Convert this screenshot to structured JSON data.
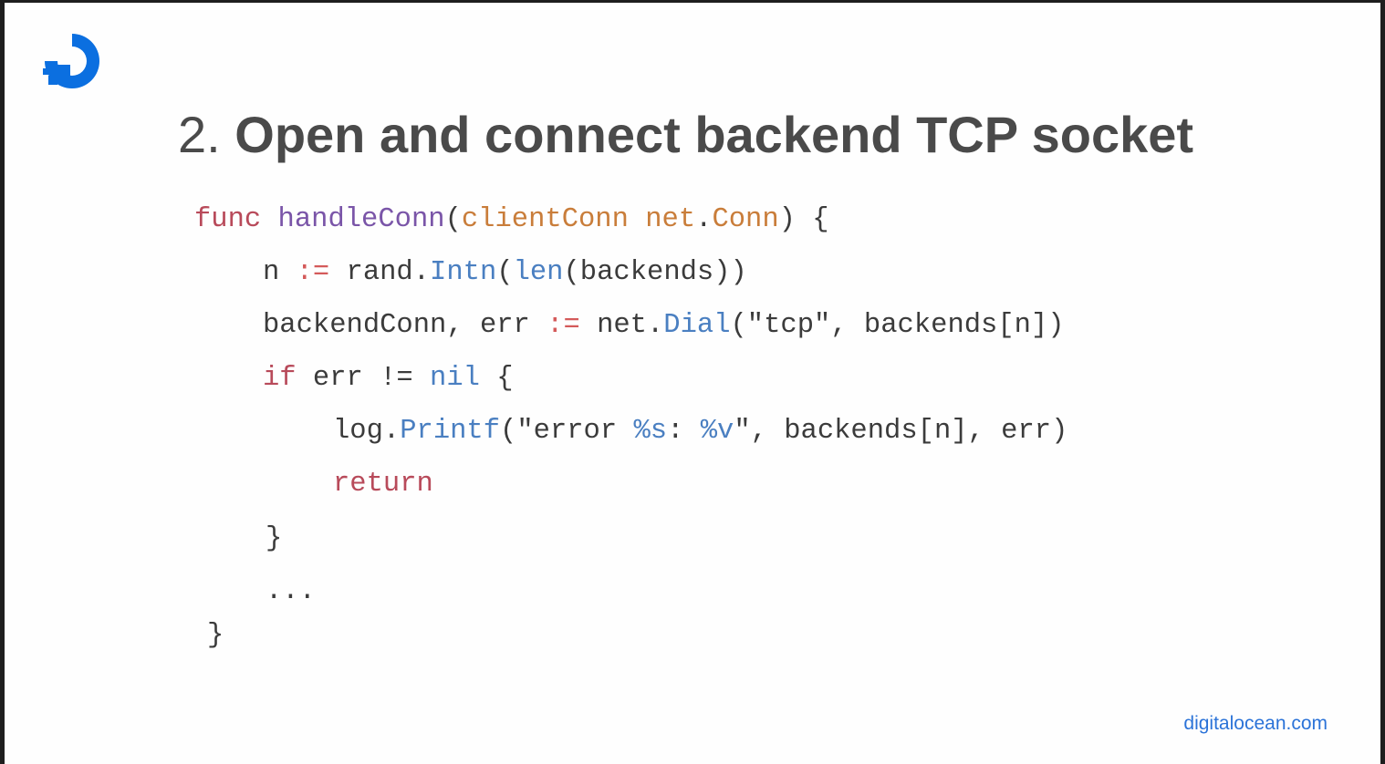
{
  "slide": {
    "title_number": "2.",
    "title_text": "Open and connect backend TCP socket",
    "footer": "digitalocean.com",
    "logo_icon": "digitalocean-logo-icon",
    "brand_color": "#0b6fe0"
  },
  "code": {
    "lines": [
      {
        "tokens": [
          {
            "t": "func",
            "c": "kw"
          },
          {
            "t": " ",
            "c": ""
          },
          {
            "t": "handleConn",
            "c": "fn"
          },
          {
            "t": "(",
            "c": ""
          },
          {
            "t": "clientConn",
            "c": "pm"
          },
          {
            "t": " ",
            "c": ""
          },
          {
            "t": "net",
            "c": "pm"
          },
          {
            "t": ".",
            "c": ""
          },
          {
            "t": "Conn",
            "c": "pm"
          },
          {
            "t": ") {",
            "c": ""
          }
        ]
      },
      {
        "tokens": [
          {
            "t": "n ",
            "c": ""
          },
          {
            "t": ":=",
            "c": "op"
          },
          {
            "t": " rand.",
            "c": ""
          },
          {
            "t": "Intn",
            "c": "bi"
          },
          {
            "t": "(",
            "c": ""
          },
          {
            "t": "len",
            "c": "bi"
          },
          {
            "t": "(backends))",
            "c": ""
          }
        ]
      },
      {
        "tokens": [
          {
            "t": "backendConn, err ",
            "c": ""
          },
          {
            "t": ":=",
            "c": "op"
          },
          {
            "t": " net.",
            "c": ""
          },
          {
            "t": "Dial",
            "c": "bi"
          },
          {
            "t": "(\"tcp\", backends[n])",
            "c": ""
          }
        ]
      },
      {
        "tokens": [
          {
            "t": "if",
            "c": "kw"
          },
          {
            "t": " err != ",
            "c": ""
          },
          {
            "t": "nil",
            "c": "bi"
          },
          {
            "t": " {",
            "c": ""
          }
        ]
      },
      {
        "tokens": [
          {
            "t": "log.",
            "c": ""
          },
          {
            "t": "Printf",
            "c": "bi"
          },
          {
            "t": "(\"error ",
            "c": ""
          },
          {
            "t": "%s",
            "c": "pf"
          },
          {
            "t": ": ",
            "c": ""
          },
          {
            "t": "%v",
            "c": "pf"
          },
          {
            "t": "\", backends[n], err)",
            "c": ""
          }
        ]
      },
      {
        "tokens": [
          {
            "t": "return",
            "c": "kw"
          }
        ]
      },
      {
        "tokens": [
          {
            "t": "}",
            "c": ""
          }
        ]
      },
      {
        "tokens": [
          {
            "t": "...",
            "c": ""
          }
        ]
      },
      {
        "tokens": [
          {
            "t": "}",
            "c": ""
          }
        ]
      }
    ]
  }
}
